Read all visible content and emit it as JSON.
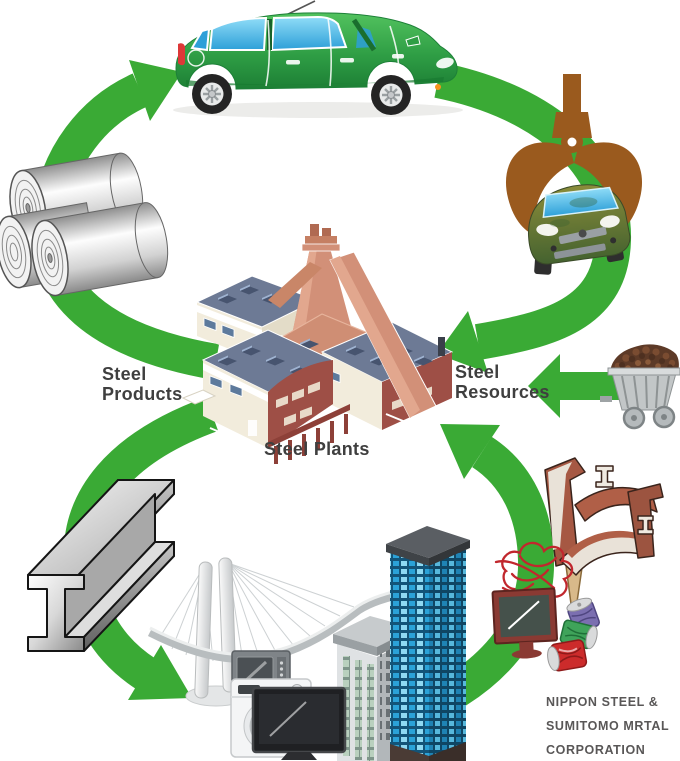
{
  "diagram": {
    "type": "steel-recycling-cycle",
    "labels": {
      "steel_products": {
        "line1": "Steel",
        "line2": "Products"
      },
      "steel_resources": {
        "line1": "Steel",
        "line2": "Resources"
      },
      "steel_plants": "Steel Plants",
      "company": {
        "line1": "NIPPON STEEL &",
        "line2": "SUMITOMO MRTAL",
        "line3": "CORPORATION"
      }
    },
    "icons": [
      "green-car-icon",
      "grapple-claw-icon",
      "scrap-car-icon",
      "steel-coils-icon",
      "steel-plant-icon",
      "mine-cart-icon",
      "h-beam-icon",
      "bridge-icon",
      "microwave-icon",
      "washing-machine-icon",
      "tv-icon",
      "office-building-icon",
      "skyscraper-icon",
      "scrap-beams-icon",
      "wire-scrap-icon",
      "old-monitor-icon",
      "crushed-cans-icon",
      "recycle-arrow"
    ],
    "colors": {
      "arrow_green": "#3aaa35",
      "car_green": "#2f9e45",
      "window_blue": "#2d9fd8",
      "claw_brown": "#9a5a1e",
      "plant_wall": "#f2ecdc",
      "plant_roof": "#6d7a95",
      "plant_salmon": "#d29078",
      "plant_maroon": "#9e4f46",
      "skyscraper_blue": "#3aabe0",
      "metal_gray": "#c9c9c9",
      "scrap_copper": "#a65843",
      "wire_red": "#c1272d",
      "label_text": "#3f3f3f",
      "company_text": "#595757"
    }
  }
}
